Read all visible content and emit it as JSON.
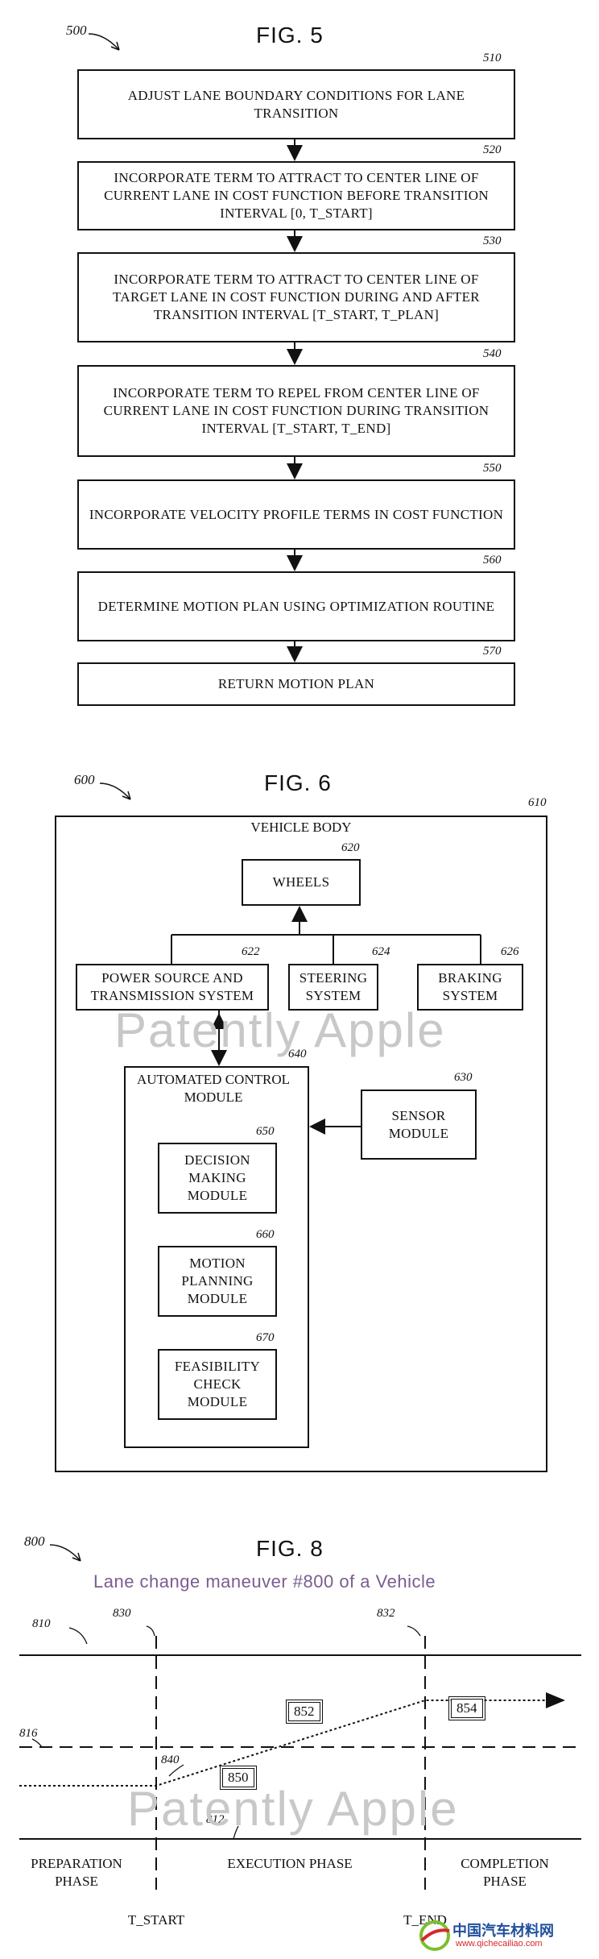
{
  "fig5": {
    "ref": "500",
    "title": "FIG. 5",
    "steps": [
      {
        "ref": "510",
        "text": "ADJUST LANE BOUNDARY CONDITIONS FOR LANE TRANSITION"
      },
      {
        "ref": "520",
        "text": "INCORPORATE TERM TO ATTRACT TO CENTER LINE OF CURRENT LANE IN COST FUNCTION BEFORE TRANSITION INTERVAL [0, T_START]"
      },
      {
        "ref": "530",
        "text": "INCORPORATE TERM TO ATTRACT TO CENTER LINE OF TARGET LANE IN COST FUNCTION DURING AND AFTER TRANSITION INTERVAL [T_START, T_PLAN]"
      },
      {
        "ref": "540",
        "text": "INCORPORATE TERM TO REPEL FROM CENTER LINE OF CURRENT LANE IN COST FUNCTION DURING TRANSITION INTERVAL [T_START, T_END]"
      },
      {
        "ref": "550",
        "text": "INCORPORATE VELOCITY PROFILE TERMS IN COST FUNCTION"
      },
      {
        "ref": "560",
        "text": "DETERMINE MOTION PLAN USING OPTIMIZATION ROUTINE"
      },
      {
        "ref": "570",
        "text": "RETURN MOTION PLAN"
      }
    ]
  },
  "fig6": {
    "ref": "600",
    "title": "FIG. 6",
    "vehicle_body": {
      "ref": "610",
      "label": "VEHICLE BODY"
    },
    "wheels": {
      "ref": "620",
      "label": "WHEELS"
    },
    "power": {
      "ref": "622",
      "label": "POWER SOURCE AND TRANSMISSION SYSTEM"
    },
    "steering": {
      "ref": "624",
      "label": "STEERING SYSTEM"
    },
    "braking": {
      "ref": "626",
      "label": "BRAKING SYSTEM"
    },
    "acm": {
      "ref": "640",
      "label": "AUTOMATED CONTROL MODULE"
    },
    "sensor": {
      "ref": "630",
      "label": "SENSOR MODULE"
    },
    "decision": {
      "ref": "650",
      "label": "DECISION MAKING MODULE"
    },
    "motion": {
      "ref": "660",
      "label": "MOTION PLANNING MODULE"
    },
    "feasibility": {
      "ref": "670",
      "label": "FEASIBILITY CHECK MODULE"
    }
  },
  "fig8": {
    "ref": "800",
    "title": "FIG. 8",
    "subtitle": "Lane change maneuver #800 of a Vehicle",
    "refs": {
      "r810": "810",
      "r816": "816",
      "r812": "812",
      "r830": "830",
      "r832": "832",
      "r840": "840"
    },
    "badges": {
      "b850": "850",
      "b852": "852",
      "b854": "854"
    },
    "phases": {
      "preparation": "PREPARATION PHASE",
      "execution": "EXECUTION PHASE",
      "completion": "COMPLETION PHASE"
    },
    "t_start": "T_START",
    "t_end": "T_END"
  },
  "watermark": "Patently Apple",
  "footer_logo": {
    "cn": "中国汽车材料网",
    "url": "www.qichecailiao.com"
  }
}
